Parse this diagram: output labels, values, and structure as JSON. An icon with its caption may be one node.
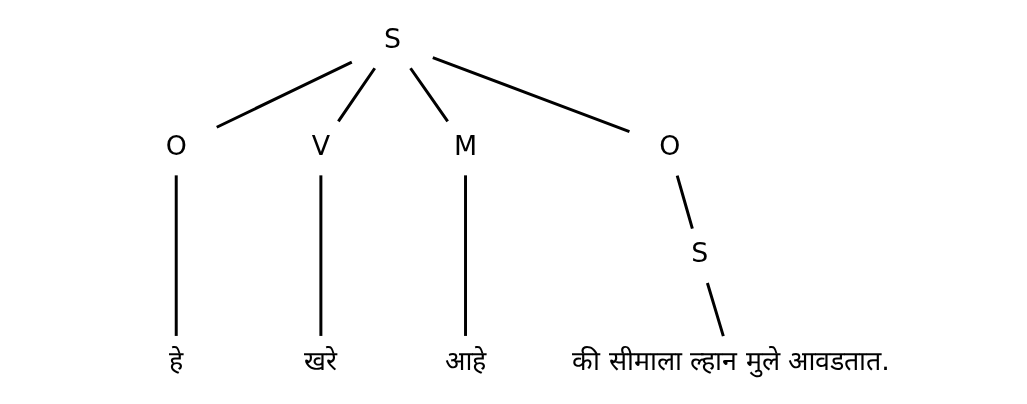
{
  "diagram": {
    "nodes": [
      {
        "text": [
          "S"
        ]
      },
      {
        "text": [
          "O"
        ]
      },
      {
        "text": [
          "V"
        ]
      },
      {
        "text": [
          "M"
        ]
      },
      {
        "text": [
          "O"
        ]
      },
      {
        "text": [
          "S"
        ]
      },
      {
        "text": [
          "हे"
        ]
      },
      {
        "text": [
          "खरे"
        ]
      },
      {
        "text": [
          "आहे"
        ]
      },
      {
        "text": [
          "की सीमाला ल्हान मुले आवडतात."
        ]
      }
    ],
    "edges": [
      {
        "from": 0,
        "to": 1,
        "arrow": "none"
      },
      {
        "from": 0,
        "to": 2,
        "arrow": "none"
      },
      {
        "from": 0,
        "to": 3,
        "arrow": "none"
      },
      {
        "from": 0,
        "to": 4,
        "arrow": "none"
      },
      {
        "from": 1,
        "to": 6,
        "arrow": "none"
      },
      {
        "from": 2,
        "to": 7,
        "arrow": "none"
      },
      {
        "from": 3,
        "to": 8,
        "arrow": "none"
      },
      {
        "from": 4,
        "to": 5,
        "arrow": "none"
      },
      {
        "from": 5,
        "to": 9,
        "arrow": "none"
      }
    ]
  }
}
